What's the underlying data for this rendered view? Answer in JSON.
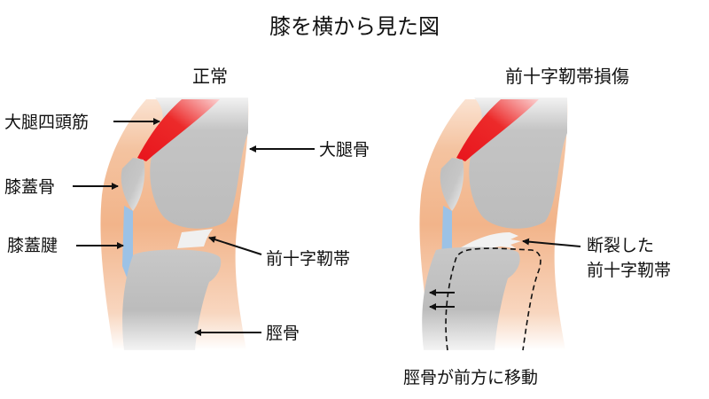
{
  "title": "膝を横から見た図",
  "panels": {
    "normal": {
      "heading": "正常",
      "labels": {
        "quadriceps": "大腿四頭筋",
        "patella": "膝蓋骨",
        "patellar_tendon": "膝蓋腱",
        "femur": "大腿骨",
        "acl": "前十字靭帯",
        "tibia": "脛骨"
      }
    },
    "injury": {
      "heading": "前十字靭帯損傷",
      "labels": {
        "torn_line1": "断裂した",
        "torn_line2": "前十字靭帯",
        "tibia_shift": "脛骨が前方に移動"
      }
    }
  },
  "colors": {
    "skin": "#f2b48a",
    "bone": "#bdbdbd",
    "muscle": "#e8141c",
    "tendon": "#9cc2e6",
    "ligament": "#f0f0f0"
  }
}
